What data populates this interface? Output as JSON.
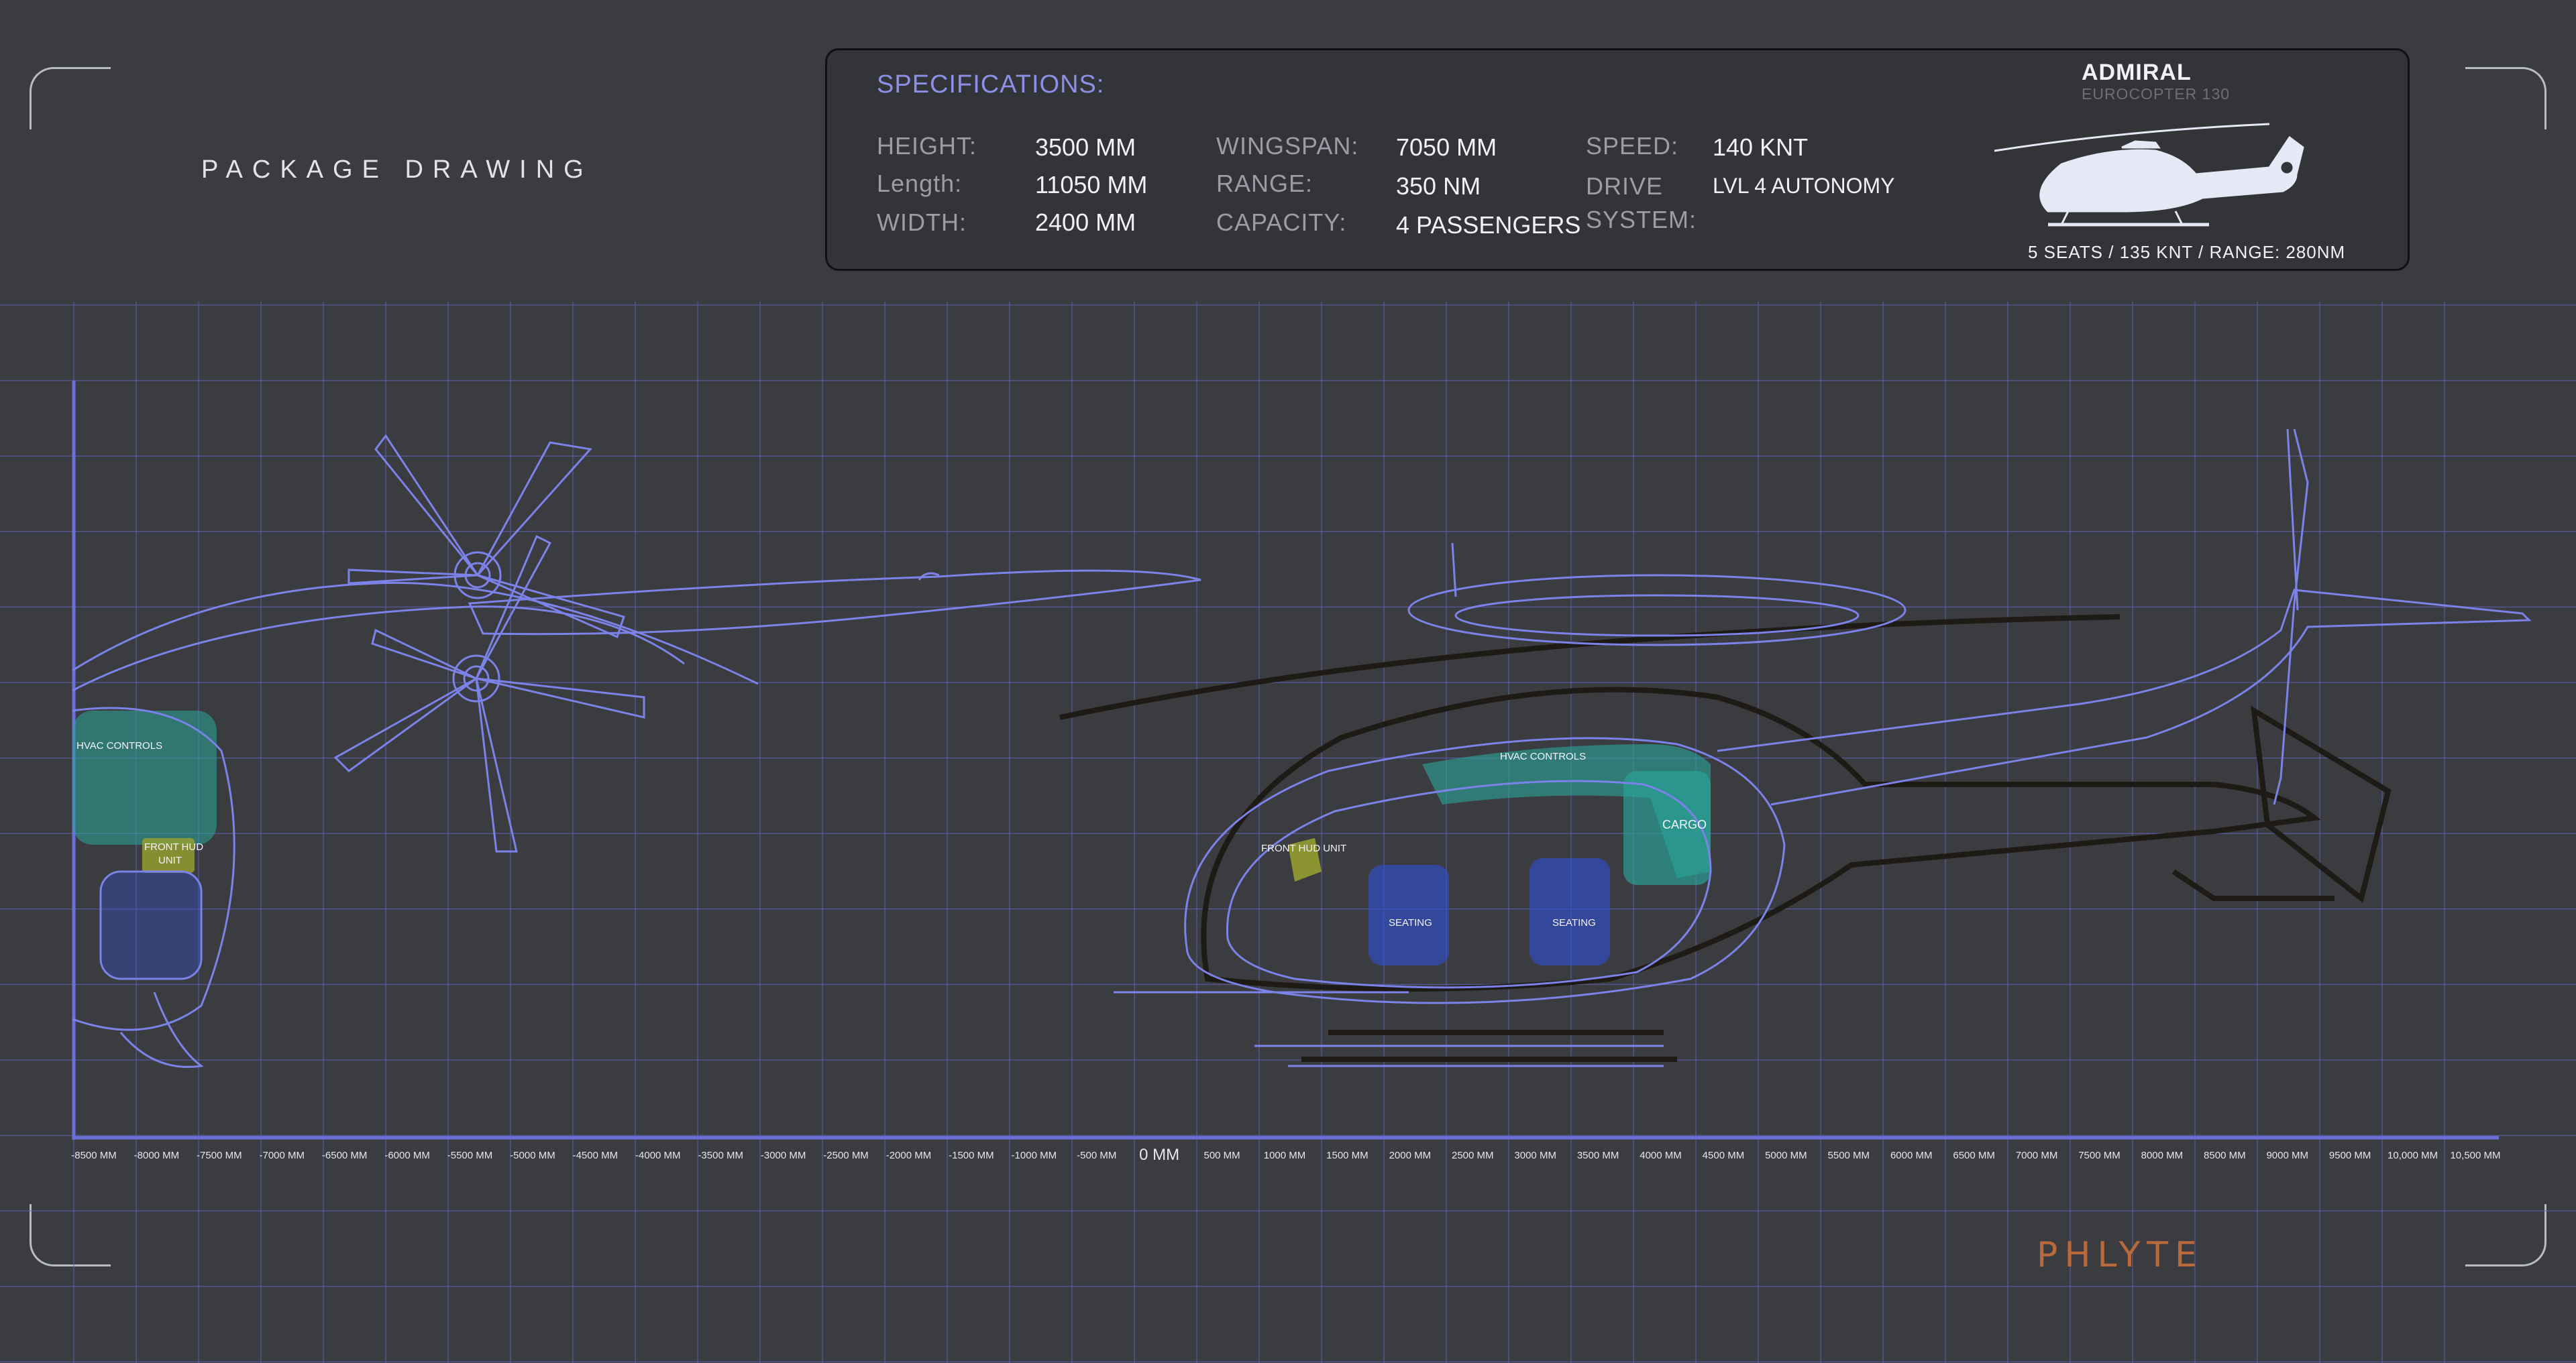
{
  "page": {
    "title": "PACKAGE DRAWING"
  },
  "specifications": {
    "heading": "SPECIFICATIONS:",
    "columns": [
      [
        {
          "label": "HEIGHT:",
          "value": "3500 MM"
        },
        {
          "label": "Length:",
          "value": "11050 MM"
        },
        {
          "label": "WIDTH:",
          "value": "2400 MM"
        }
      ],
      [
        {
          "label": "WINGSPAN:",
          "value": "7050 MM"
        },
        {
          "label": "RANGE:",
          "value": "350 NM"
        },
        {
          "label": "CAPACITY:",
          "value": "4 PASSENGERS"
        }
      ],
      [
        {
          "label": "SPEED:",
          "value": "140 KNT"
        },
        {
          "label": "DRIVE SYSTEM:",
          "value": "LVL 4 AUTONOMY"
        }
      ]
    ]
  },
  "reference_model": {
    "name": "ADMIRAL",
    "subtitle": "EUROCOPTER 130",
    "caption": "5 SEATS / 135 KNT / RANGE: 280NM"
  },
  "callouts": {
    "front_view": {
      "hvac": "HVAC CONTROLS",
      "hud": "FRONT HUD UNIT"
    },
    "side_view": {
      "hvac": "HVAC CONTROLS",
      "hud": "FRONT HUD UNIT",
      "cargo": "CARGO",
      "seating_front": "SEATING",
      "seating_rear": "SEATING"
    }
  },
  "axis": {
    "ticks": [
      "-8500 MM",
      "-8000 MM",
      "-7500 MM",
      "-7000 MM",
      "-6500 MM",
      "-6000 MM",
      "-5500 MM",
      "-5000 MM",
      "-4500 MM",
      "-4000 MM",
      "-3500 MM",
      "-3000 MM",
      "-2500 MM",
      "-2000 MM",
      "-1500 MM",
      "-1000 MM",
      "-500 MM",
      "0 MM",
      "500 MM",
      "1000 MM",
      "1500 MM",
      "2000 MM",
      "2500 MM",
      "3000 MM",
      "3500 MM",
      "4000 MM",
      "4500 MM",
      "5000 MM",
      "5500 MM",
      "6000 MM",
      "6500 MM",
      "7000 MM",
      "7500 MM",
      "8000 MM",
      "8500 MM",
      "9000 MM",
      "9500 MM",
      "10,000 MM",
      "10,500 MM"
    ]
  },
  "brand": {
    "logo": "PHLYTE",
    "logo_color": "#b86a3c"
  },
  "colors": {
    "background": "#3b3c3f",
    "grid": "#5f63b8",
    "outline": "#7b82e8",
    "accent": "#8c8fe6",
    "hvac_zone": "#2aa59a",
    "hud_zone": "#9aa32f",
    "seating_zone": "#2f4fd8"
  }
}
